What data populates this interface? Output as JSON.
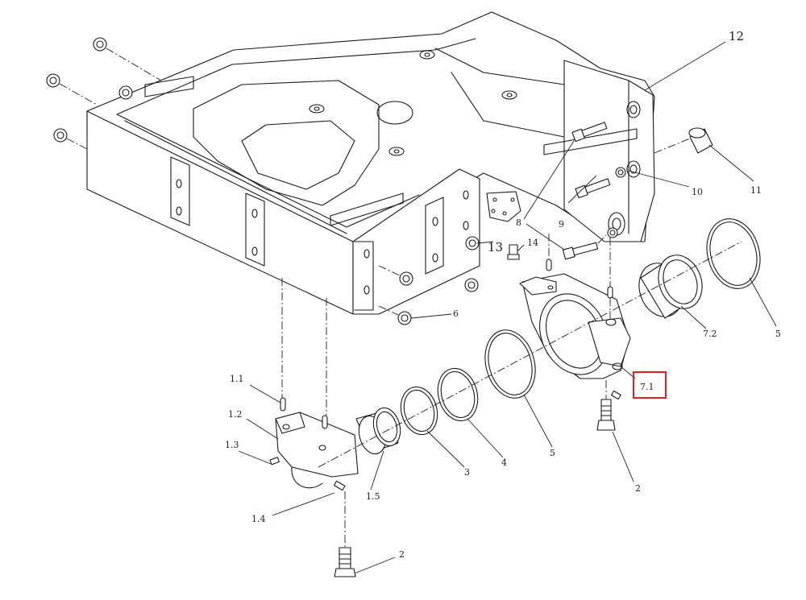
{
  "diagram": {
    "highlight_label": "7.1",
    "callouts": {
      "c12": "12",
      "c11": "11",
      "c10": "10",
      "c9": "9",
      "c8": "8",
      "c13": "13",
      "c14": "14",
      "c6": "6",
      "c7_2": "7.2",
      "c5_right": "5",
      "c5_mid": "5",
      "c4": "4",
      "c3": "3",
      "c1_5": "1.5",
      "c1_1": "1.1",
      "c1_2": "1.2",
      "c1_3": "1.3",
      "c1_4": "1.4",
      "c2_right": "2",
      "c2_bottom": "2"
    }
  }
}
